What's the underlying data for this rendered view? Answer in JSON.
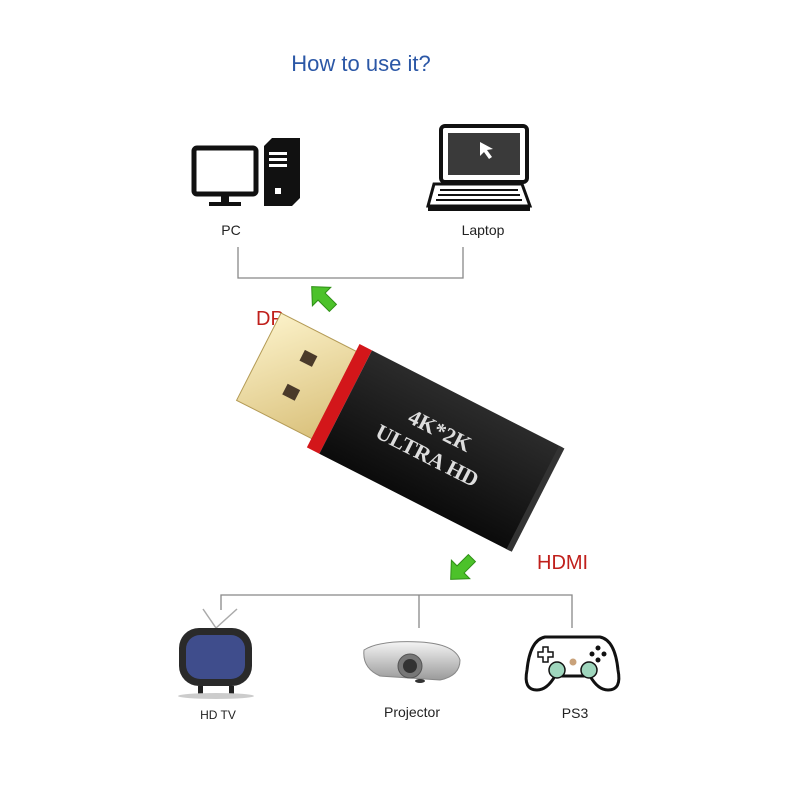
{
  "title": "How to use it?",
  "sources": [
    {
      "label": "PC"
    },
    {
      "label": "Laptop"
    }
  ],
  "adapter": {
    "input_label": "DP",
    "output_label": "HDMI",
    "print_line1": "4K*2K",
    "print_line2": "ULTRA HD"
  },
  "displays": [
    {
      "label": "HD TV"
    },
    {
      "label": "Projector"
    },
    {
      "label": "PS3"
    }
  ],
  "colors": {
    "title": "#2b57a6",
    "port_label": "#c0201c",
    "arrow": "#4cc22a",
    "adapter_body": "#151515",
    "adapter_ring": "#d3161a",
    "plug_gold": "#e6d49a"
  }
}
